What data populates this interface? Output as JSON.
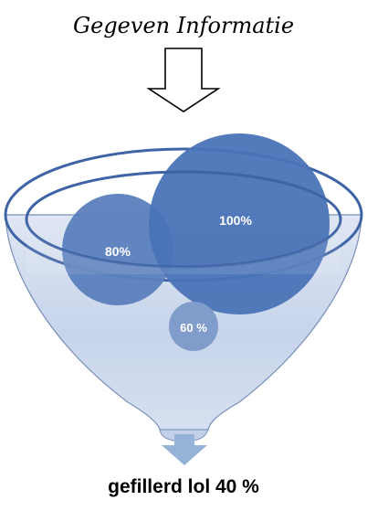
{
  "header": {
    "title": "Gegeven Informatie"
  },
  "funnel": {
    "bubbles": [
      {
        "label": "80%",
        "color": "#5b80bd"
      },
      {
        "label": "100%",
        "color": "#4a73b6"
      },
      {
        "label": "60 %",
        "color": "#7f9ccb"
      }
    ],
    "rim_color": "#3e64a6",
    "body_fill": "#c7d4ea",
    "arrow_fill": "#95b3d7"
  },
  "footer": {
    "result": "gefillerd lol  40 %"
  }
}
